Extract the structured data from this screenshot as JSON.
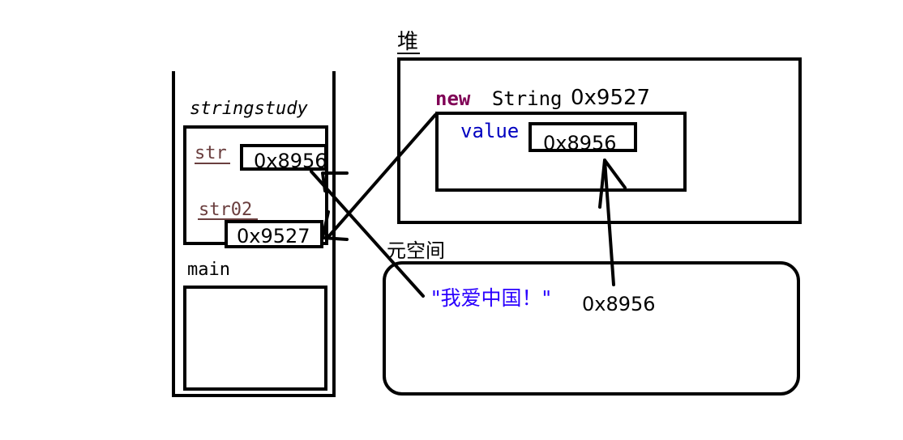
{
  "heap": {
    "label": "堆",
    "object_keyword": "new",
    "object_type": "String",
    "object_address": "0x9527",
    "field_name": "value",
    "field_value": "0x8956"
  },
  "stack": {
    "frame_stringstudy": {
      "label": "stringstudy",
      "var_str": {
        "name": "str",
        "value": "0x8956"
      },
      "var_str02": {
        "name": "str02",
        "value": "0x9527"
      }
    },
    "frame_main": {
      "label": "main"
    }
  },
  "metaspace": {
    "label": "元空间",
    "string_literal": "\"我爱中国！\"",
    "literal_address": "0x8956"
  },
  "colors": {
    "line": "#000000",
    "keyword": "#7f0055",
    "field": "#0000c0",
    "string_literal": "#2a00ff",
    "variable": "#6a3e3e",
    "text": "#000000"
  }
}
